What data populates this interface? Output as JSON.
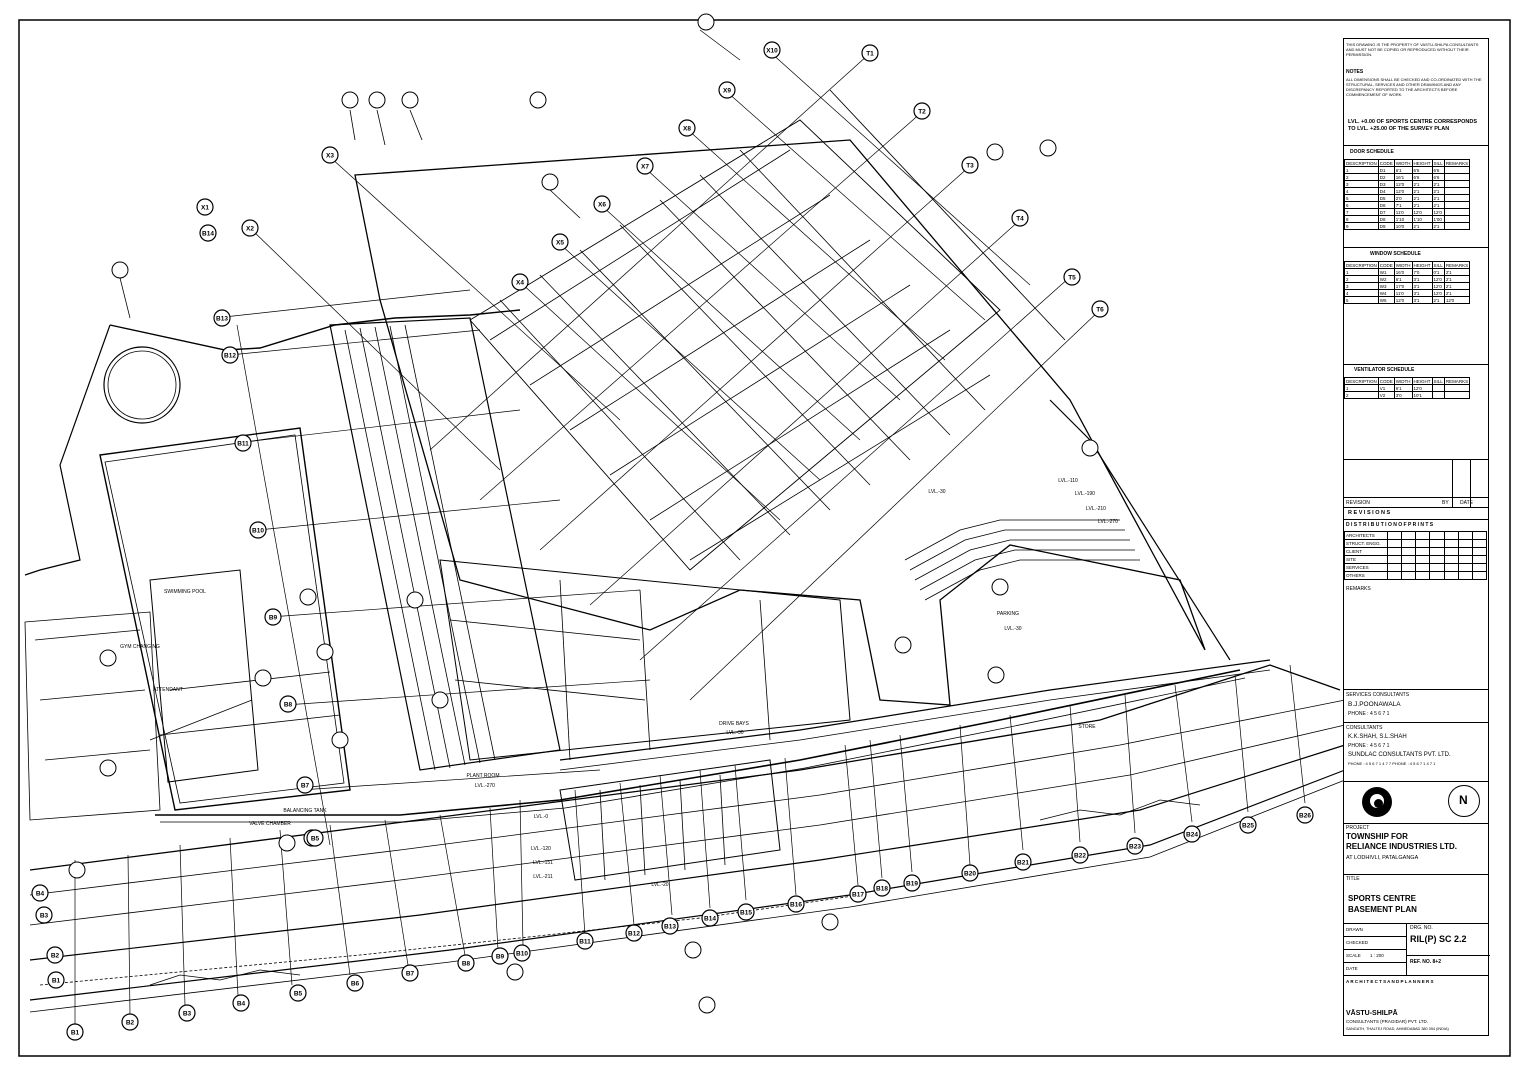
{
  "title_block": {
    "note_top": "THIS DRAWING IS THE PROPERTY OF VASTU-SHILPA CONSULTANTS AND MUST NOT BE COPIED OR REPRODUCED WITHOUT THEIR PERMISSION.",
    "notes_heading": "NOTES",
    "notes_text": "ALL DIMENSIONS SHALL BE CHECKED AND CO-ORDINATED WITH THE STRUCTURAL, SERVICES AND OTHER DRAWINGS AND ANY DISCREPANCY REPORTED TO THE ARCHITECTS BEFORE COMMENCEMENT OF WORK.",
    "level_note": "LVL. +0.00 OF SPORTS CENTRE CORRESPONDS TO LVL. +25.00 OF THE SURVEY PLAN",
    "door_schedule": {
      "heading": "DOOR SCHEDULE",
      "headers": [
        "DESCRIPTION",
        "CODE",
        "WIDTH",
        "HEIGHT",
        "SILL",
        "REMARKS"
      ],
      "rows": [
        [
          "1",
          "D1",
          "6'1",
          "6'6",
          "6'6",
          ""
        ],
        [
          "2",
          "D2",
          "16'1",
          "6'6",
          "6'6",
          ""
        ],
        [
          "3",
          "D3",
          "12'0",
          "2'1",
          "2'1",
          ""
        ],
        [
          "4",
          "D4",
          "12'0",
          "2'1",
          "2'1",
          ""
        ],
        [
          "5",
          "D5",
          "2'0",
          "2'1",
          "2'1",
          ""
        ],
        [
          "6",
          "D6",
          "7'1",
          "2'1",
          "2'1",
          ""
        ],
        [
          "7",
          "D7",
          "11'0",
          "12'0",
          "12'0",
          ""
        ],
        [
          "8",
          "D8",
          "1'10",
          "1'10",
          "1'00",
          ""
        ],
        [
          "9",
          "D9",
          "10'0",
          "2'1",
          "2'1",
          ""
        ]
      ]
    },
    "window_schedule": {
      "heading": "WINDOW SCHEDULE",
      "headers": [
        "DESCRIPTION",
        "CODE",
        "WIDTH",
        "HEIGHT",
        "SILL",
        "REMARKS"
      ],
      "rows": [
        [
          "1",
          "W1",
          "16'0",
          "7'0",
          "0'1",
          "2'1"
        ],
        [
          "2",
          "W2",
          "6'1",
          "3'1",
          "12'0",
          "2'1"
        ],
        [
          "3",
          "W3",
          "17'0",
          "3'1",
          "12'0",
          "2'1"
        ],
        [
          "4",
          "W4",
          "11'0",
          "3'1",
          "12'0",
          "2'1"
        ],
        [
          "5",
          "W5",
          "12'0",
          "3'1",
          "2'1",
          "12'0"
        ]
      ]
    },
    "ventilator_schedule": {
      "heading": "VENTILATOR SCHEDULE",
      "headers": [
        "DESCRIPTION",
        "CODE",
        "WIDTH",
        "HEIGHT",
        "SILL",
        "REMARKS"
      ],
      "rows": [
        [
          "1",
          "V1",
          "6'1",
          "12'0",
          "",
          ""
        ],
        [
          "2",
          "V2",
          "3'0",
          "10'1",
          "",
          ""
        ]
      ]
    },
    "revisions_heading": "R E V I S I O N S",
    "revision_cols": [
      "REVISION",
      "BY",
      "DATE"
    ],
    "distribution_heading": "D I S T R I B U T I O N  O F  P R I N T S",
    "distribution_rows": [
      "ARCHITECTS",
      "STRUCT. ENGG.",
      "CLIENT",
      "SITE",
      "SERVICES",
      "OTHERS"
    ],
    "remarks_label": "REMARKS",
    "consultant_1_label": "SERVICES CONSULTANTS",
    "consultant_1_name": "B.J.POONAWALA",
    "consultant_1_sub": "PHONE : 4 5 6 7 1",
    "consultant_2_label": "CONSULTANTS",
    "consultant_2_name": "K.K.SHAH, S.L.SHAH",
    "consultant_2_sub": "PHONE : 4 5 6 7 1",
    "consultant_3_name": "SUNDLAC CONSULTANTS PVT. LTD.",
    "consultant_3_sub": "PHONE : 4 5 6 7 1 4 7 7  PHONE : 4 5 6 7 1 4 7 1",
    "project_label": "PROJECT",
    "project_name_1": "TOWNSHIP FOR",
    "project_name_2": "RELIANCE INDUSTRIES LTD.",
    "project_location": "AT LODHIVLI, PATALGANGA",
    "title_label": "TITLE",
    "drawing_title_1": "SPORTS CENTRE",
    "drawing_title_2": "BASEMENT PLAN",
    "drg_no_label": "DRG. NO.",
    "drawing_number": "RIL(P) SC 2.2",
    "info_rows": [
      "DRAWN",
      "CHECKED",
      "SCALE",
      "DATE"
    ],
    "info_values": [
      "",
      "",
      "1 : 200",
      ""
    ],
    "ref_label": "REF. NO. 8+2",
    "firm_tagline": "A R C H I T E C T S   A N D   P L A N N E R S",
    "firm_name": "VĀSTU-SHILPĀ",
    "firm_sub": "CONSULTANTS (PRAGIDAR) PVT. LTD.",
    "firm_address": "SANGATH, THALTEJ ROAD, AHMEDABAD 380 054 (INDIA)"
  },
  "plan": {
    "room_labels": [
      {
        "text": "SWIMMING POOL"
      },
      {
        "text": "PARKING"
      },
      {
        "text": "LVL.-30"
      },
      {
        "text": "LVL.-30"
      },
      {
        "text": "LVL.-110"
      },
      {
        "text": "LVL.-190"
      },
      {
        "text": "LVL.-210"
      },
      {
        "text": "LVL.-270"
      },
      {
        "text": "PLANT ROOM"
      },
      {
        "text": "LVL.-270"
      },
      {
        "text": "DRIVE BAYS"
      },
      {
        "text": "LVL.-30"
      },
      {
        "text": "STORE"
      },
      {
        "text": "BALANCING TANK"
      },
      {
        "text": "VALVE CHAMBER"
      },
      {
        "text": "ATTENDANT"
      },
      {
        "text": "GYM CHANGING"
      },
      {
        "text": "LVL.-0"
      },
      {
        "text": "LVL.-120"
      },
      {
        "text": "LVL.-151"
      },
      {
        "text": "LVL.-211"
      },
      {
        "text": "LVL.-20"
      }
    ],
    "bottom_grid": [
      "B1",
      "B2",
      "B3",
      "B4",
      "B5",
      "B6",
      "B7",
      "B8",
      "B9",
      "B10",
      "B11",
      "B12",
      "B13",
      "B14",
      "B15",
      "B16",
      "B17",
      "B18",
      "B19",
      "B20",
      "B21",
      "B22",
      "B23",
      "B24",
      "B25",
      "B26"
    ],
    "left_grid": [
      "B4",
      "B3",
      "B2",
      "B1"
    ],
    "diag_grid": [
      "X1",
      "X2",
      "X3",
      "X4",
      "X5",
      "X6",
      "X7",
      "X8",
      "X9",
      "X10"
    ],
    "t_grid": [
      "T1",
      "T2",
      "T3",
      "T4",
      "T5",
      "T6"
    ],
    "vert_grid": [
      "B14",
      "B13",
      "B12",
      "B11",
      "B10",
      "B9",
      "B8",
      "B7",
      "B6",
      "B5"
    ]
  },
  "colors": {
    "line": "#000000",
    "paper": "#ffffff"
  }
}
